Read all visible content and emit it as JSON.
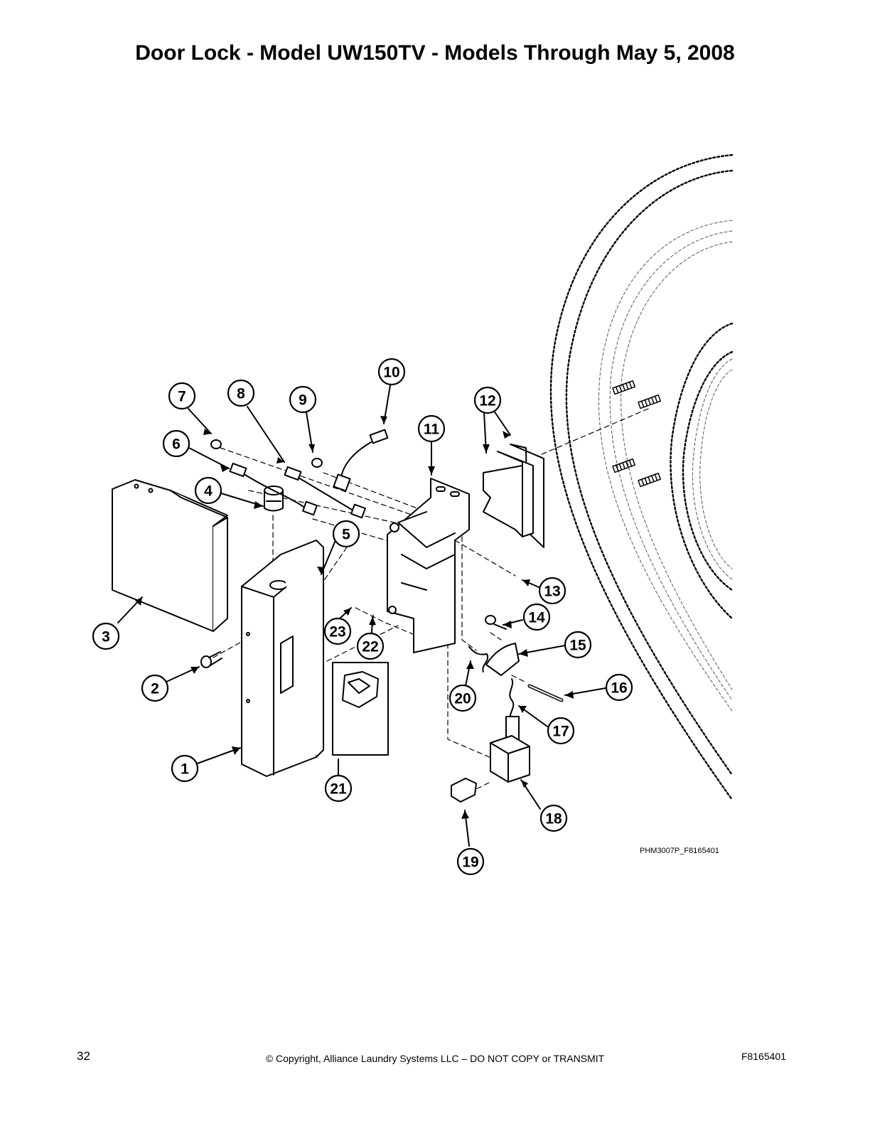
{
  "page": {
    "title": "Door Lock - Model UW150TV - Models Through May 5, 2008",
    "drawing_code": "PHM3007P_F8165401"
  },
  "callouts": [
    "1",
    "2",
    "3",
    "4",
    "5",
    "6",
    "7",
    "8",
    "9",
    "10",
    "11",
    "12",
    "13",
    "14",
    "15",
    "16",
    "17",
    "18",
    "19",
    "20",
    "21",
    "22",
    "23"
  ],
  "footer": {
    "page_number": "32",
    "copyright": "© Copyright, Alliance Laundry Systems LLC – DO NOT COPY or TRANSMIT",
    "document_code": "F8165401"
  }
}
